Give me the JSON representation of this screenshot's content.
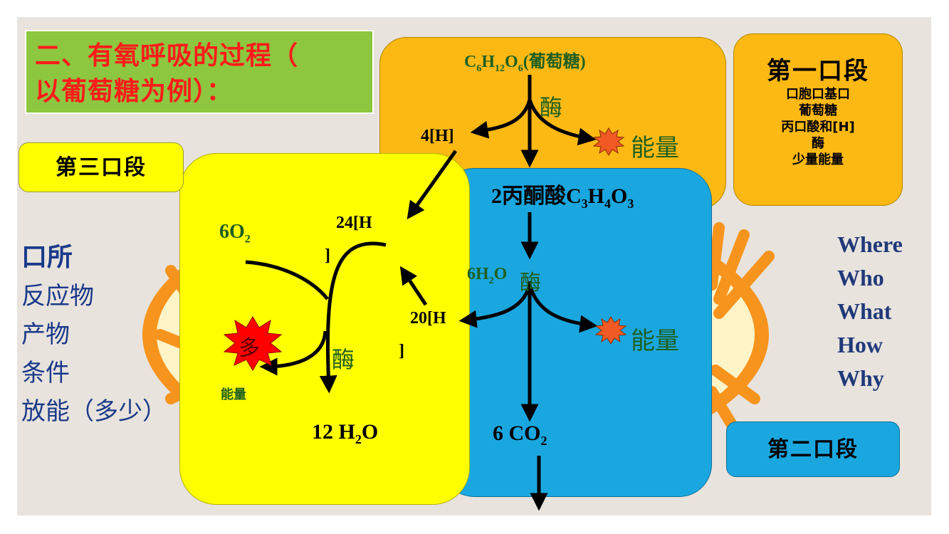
{
  "title": {
    "line1": "二、有氧呼吸的过程（",
    "line2": "以葡萄糖为例）："
  },
  "stage1_card": {
    "title": "第一口段",
    "lines": [
      "口胞口基口",
      "葡萄糖",
      "丙口酸和[H]",
      "酶",
      "少量能量"
    ]
  },
  "stage2_card": {
    "title": "第二口段"
  },
  "stage3_card": {
    "title": "第三口段"
  },
  "diagram": {
    "glucose_prefix": "C",
    "glucose_sub1": "6",
    "glucose_h": "H",
    "glucose_sub2": "12",
    "glucose_o": "O",
    "glucose_sub3": "6",
    "glucose_name": "(葡萄糖)",
    "enzyme": "酶",
    "h4": "4[H]",
    "energy": "能量",
    "pyruvate_prefix": "2丙酮酸C",
    "pyruvate_sub1": "3",
    "pyruvate_h": "H",
    "pyruvate_sub2": "4",
    "pyruvate_o": "O",
    "pyruvate_sub3": "3",
    "water6_prefix": "6H",
    "water6_sub": "2",
    "water6_o": "O",
    "h20_line1": "20[H",
    "h20_line2": "]",
    "h24_line1": "24[H",
    "h24_line2": "]",
    "o2_prefix": "6O",
    "o2_sub": "2",
    "many": "多",
    "energy_small": "能量",
    "water12_prefix": "12 H",
    "water12_sub": "2",
    "water12_o": "O",
    "co2_prefix": "6  CO",
    "co2_sub": "2"
  },
  "left_list": [
    "口所",
    "反应物",
    "产物",
    "条件",
    "放能（多少）"
  ],
  "right_list": [
    "Where",
    "Who",
    "What",
    "How",
    "Why"
  ],
  "colors": {
    "title_bg": "#8dc63f",
    "title_text": "#ff1a1a",
    "stage1": "#fdb913",
    "stage2": "#1aa7e0",
    "stage3": "#ffff00",
    "mito": "#f7941d"
  }
}
